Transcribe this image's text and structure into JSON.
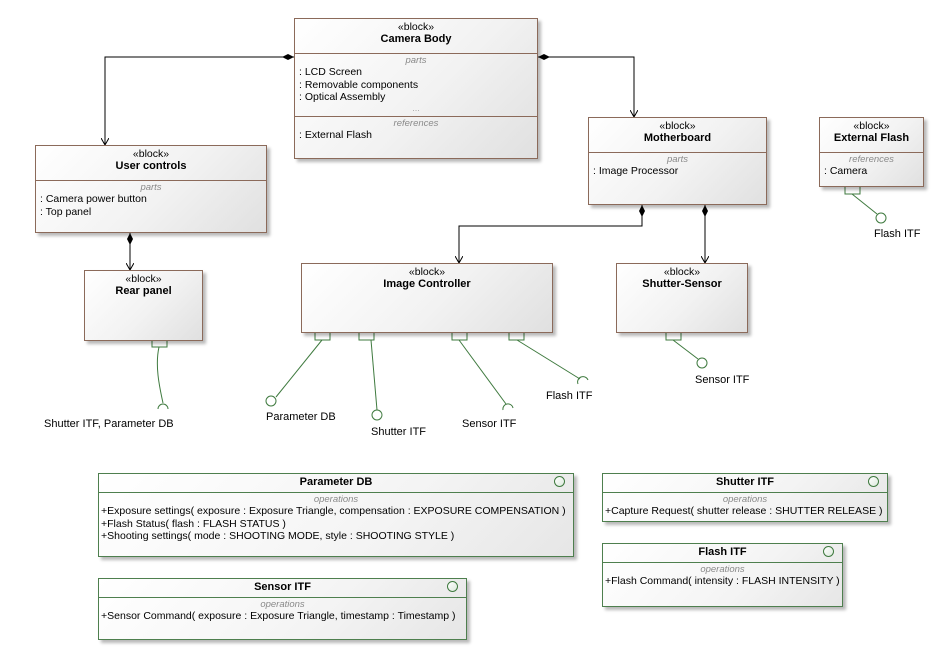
{
  "diagram": {
    "blocks": {
      "camera_body": {
        "stereotype": "«block»",
        "name": "Camera Body",
        "parts_title": "parts",
        "parts": [
          ": LCD Screen",
          ": Removable components",
          ": Optical Assembly"
        ],
        "ellipsis": "...",
        "references_title": "references",
        "references": [
          ": External Flash"
        ]
      },
      "user_controls": {
        "stereotype": "«block»",
        "name": "User controls",
        "parts_title": "parts",
        "parts": [
          ": Camera power button",
          ": Top panel"
        ]
      },
      "rear_panel": {
        "stereotype": "«block»",
        "name": "Rear panel"
      },
      "motherboard": {
        "stereotype": "«block»",
        "name": "Motherboard",
        "parts_title": "parts",
        "parts": [
          ": Image Processor"
        ]
      },
      "external_flash": {
        "stereotype": "«block»",
        "name": "External Flash",
        "references_title": "references",
        "references": [
          ": Camera"
        ]
      },
      "image_controller": {
        "stereotype": "«block»",
        "name": "Image Controller"
      },
      "shutter_sensor": {
        "stereotype": "«block»",
        "name": "Shutter-Sensor"
      }
    },
    "port_labels": {
      "rear_panel": "Shutter ITF, Parameter DB",
      "ic_parameter": "Parameter DB",
      "ic_shutter": "Shutter ITF",
      "ic_sensor": "Sensor ITF",
      "ic_flash": "Flash ITF",
      "shutter_sensor": "Sensor ITF",
      "external_flash": "Flash ITF"
    },
    "interfaces": {
      "parameter_db": {
        "name": "Parameter DB",
        "operations_title": "operations",
        "operations": [
          "+Exposure settings( exposure : Exposure Triangle, compensation : EXPOSURE COMPENSATION )",
          "+Flash Status( flash : FLASH STATUS )",
          "+Shooting settings( mode : SHOOTING MODE, style : SHOOTING STYLE )"
        ]
      },
      "shutter_itf": {
        "name": "Shutter ITF",
        "operations_title": "operations",
        "operations": [
          "+Capture Request( shutter release : SHUTTER RELEASE )"
        ]
      },
      "flash_itf": {
        "name": "Flash ITF",
        "operations_title": "operations",
        "operations": [
          "+Flash Command( intensity : FLASH INTENSITY )"
        ]
      },
      "sensor_itf": {
        "name": "Sensor ITF",
        "operations_title": "operations",
        "operations": [
          "+Sensor Command( exposure : Exposure Triangle, timestamp : Timestamp )"
        ]
      }
    },
    "colors": {
      "block_border": "#8b6a5a",
      "interface_border": "#4e7f4e",
      "connector": "#000000",
      "port_connector": "#3f7a3f"
    }
  }
}
